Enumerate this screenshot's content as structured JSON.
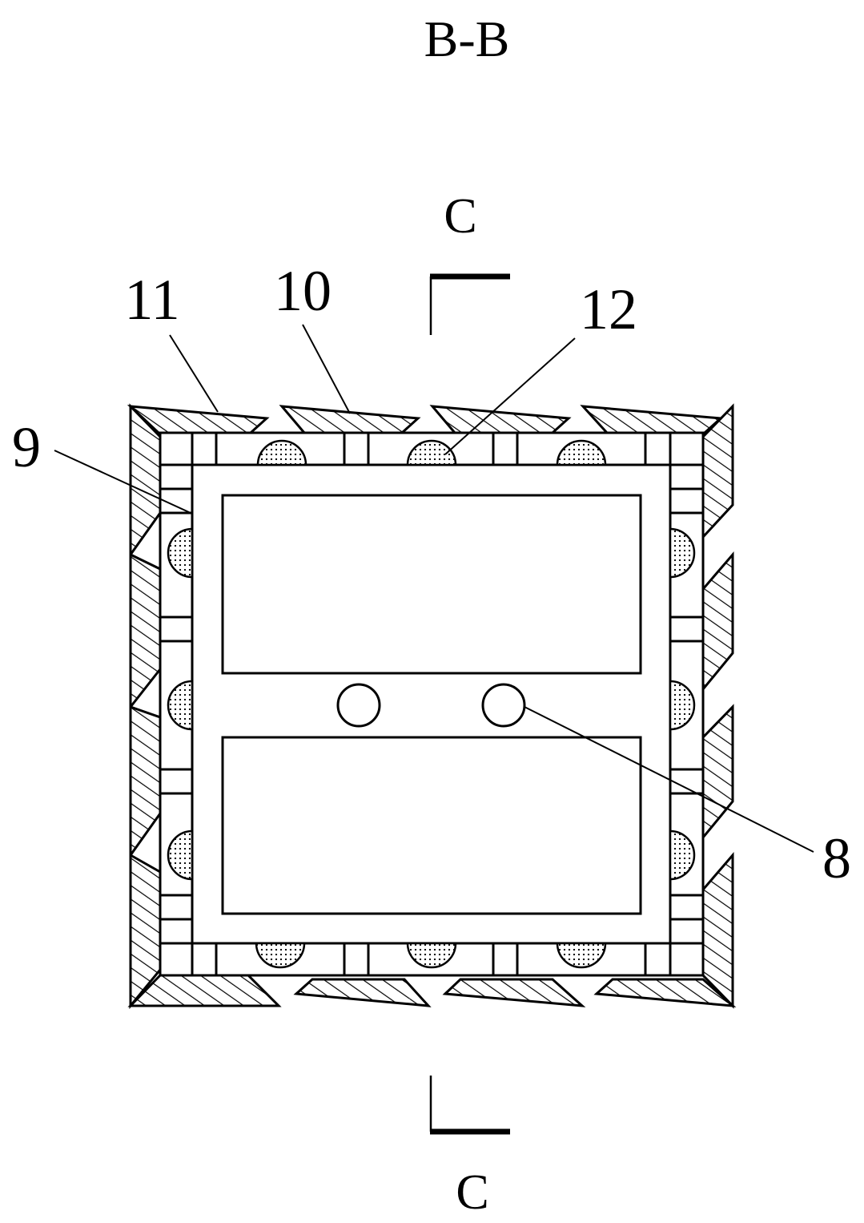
{
  "title": "B-B",
  "section": {
    "top_label": "C",
    "bottom_label": "C"
  },
  "callouts": {
    "c11": "11",
    "c10": "10",
    "c12": "12",
    "c9": "9",
    "c8": "8"
  },
  "colors": {
    "line": "#000000",
    "dot_fill": "#cfcfcf",
    "background": "#ffffff"
  }
}
